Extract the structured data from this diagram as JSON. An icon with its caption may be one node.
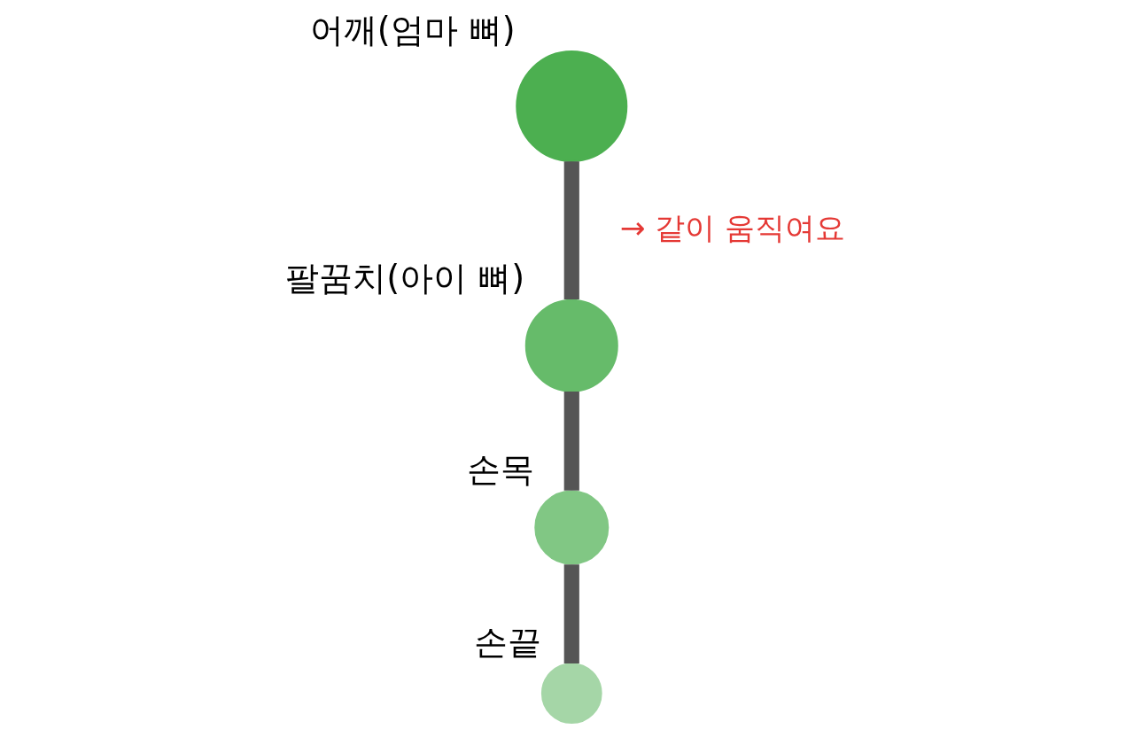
{
  "diagram": {
    "nodes": [
      {
        "text": [
          "어깨(엄마 뼈)"
        ]
      },
      {
        "text": [
          "팔꿈치(아이 뼈)"
        ]
      },
      {
        "text": [
          "손목"
        ]
      },
      {
        "text": [
          "손끝"
        ]
      }
    ],
    "edges": [
      {
        "from": 0,
        "to": 1,
        "arrow": "none",
        "label": "→ 같이 움직여요"
      },
      {
        "from": 1,
        "to": 2,
        "arrow": "none"
      },
      {
        "from": 2,
        "to": 3,
        "arrow": "none"
      }
    ]
  }
}
